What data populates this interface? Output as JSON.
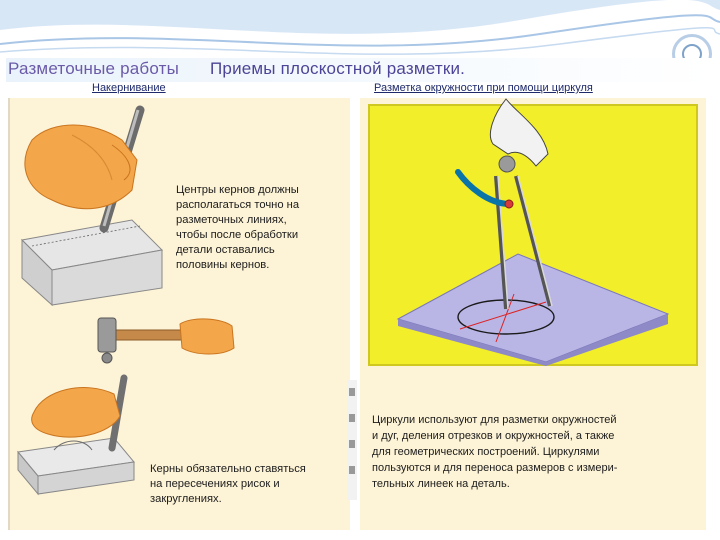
{
  "header": {
    "title": "Разметочные работы",
    "subtitle": "Приемы плоскостной разметки."
  },
  "left": {
    "caption": "Накернивание",
    "note_top": [
      "Центры кернов должны",
      "располагаться точно на",
      "разметочных линиях,",
      "чтобы после обработки",
      "детали оставались",
      "половины кернов."
    ],
    "note_bottom": [
      "Керны обязательно ставяться",
      "на пересечениях рисок и",
      "закруглениях."
    ]
  },
  "right": {
    "caption": "Разметка окружности при помощи циркуля",
    "note": [
      "Циркули используют для разметки окружностей",
      "и дуг, деления отрезков и окружностей, а также",
      "для геометрических построений. Циркулями",
      "пользуются и для переноса размеров с измери-",
      "тельных линеек на деталь."
    ]
  },
  "colors": {
    "accent": "#4d4497",
    "panel": "#fdf3d6",
    "yellow": "#f2ee2a",
    "plate": "#b9b6e6"
  }
}
